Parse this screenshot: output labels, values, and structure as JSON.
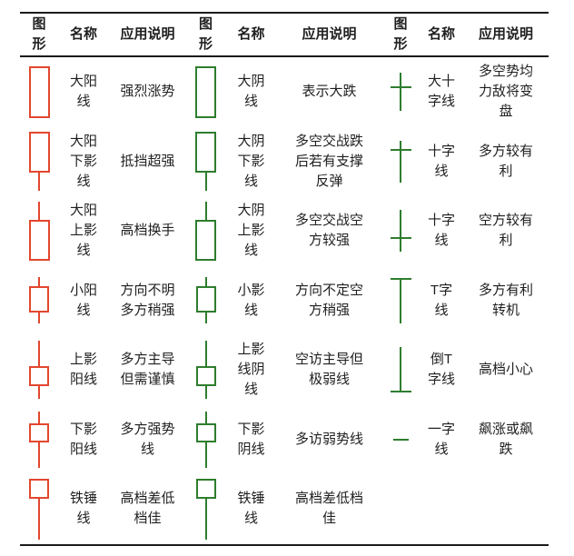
{
  "colors": {
    "yang_red": "#e2472e",
    "yin_green": "#2e7d2e",
    "rule_line": "#1b1b1b"
  },
  "headers": {
    "figure": "图形",
    "name": "名称",
    "usage": "应用说明"
  },
  "groups": [
    {
      "rows": [
        {
          "shape": "big-yang-candle",
          "name": "大阳线",
          "usage": "强烈涨势"
        },
        {
          "shape": "big-yang-lower-shadow-candle",
          "name": "大阳下影线",
          "usage": "抵挡超强"
        },
        {
          "shape": "big-yang-upper-shadow-candle",
          "name": "大阳上影线",
          "usage": "高档换手"
        },
        {
          "shape": "small-yang-candle",
          "name": "小阳线",
          "usage": "方向不明多方稍强"
        },
        {
          "shape": "upper-shadow-yang-candle",
          "name": "上影阳线",
          "usage": "多方主导但需谨慎"
        },
        {
          "shape": "lower-shadow-yang-candle",
          "name": "下影阳线",
          "usage": "多方强势线"
        },
        {
          "shape": "hammer-candle",
          "name": "铁锤线",
          "usage": "高档差低档佳"
        }
      ]
    },
    {
      "rows": [
        {
          "shape": "big-yin-candle",
          "name": "大阴线",
          "usage": "表示大跌"
        },
        {
          "shape": "big-yin-lower-shadow-candle",
          "name": "大阴下影线",
          "usage": "多空交战跌后若有支撑反弹"
        },
        {
          "shape": "big-yin-upper-shadow-candle",
          "name": "大阴上影线",
          "usage": "多空交战空方较强"
        },
        {
          "shape": "small-shadow-candle",
          "name": "小影线",
          "usage": "方向不定空方稍强"
        },
        {
          "shape": "upper-shadow-yin-candle",
          "name": "上影线阴线",
          "usage": "空访主导但极弱线"
        },
        {
          "shape": "lower-shadow-yin-candle",
          "name": "下影阴线",
          "usage": "多访弱势线"
        },
        {
          "shape": "hammer-candle",
          "name": "铁锤线",
          "usage": "高档差低档佳"
        }
      ]
    },
    {
      "rows": [
        {
          "shape": "big-doji-cross",
          "name": "大十字线",
          "usage": "多空势均力敌将变盘"
        },
        {
          "shape": "doji-cross-high",
          "name": "十字线",
          "usage": "多方较有利"
        },
        {
          "shape": "doji-cross-low",
          "name": "十字线",
          "usage": "空方较有利"
        },
        {
          "shape": "t-line",
          "name": "T字线",
          "usage": "多方有利转机"
        },
        {
          "shape": "inverted-t-line",
          "name": "倒T字线",
          "usage": "高档小心"
        },
        {
          "shape": "one-line-dash",
          "name": "一字线",
          "usage": "飙涨或飙跌"
        },
        {
          "shape": "",
          "name": "",
          "usage": ""
        }
      ]
    }
  ]
}
